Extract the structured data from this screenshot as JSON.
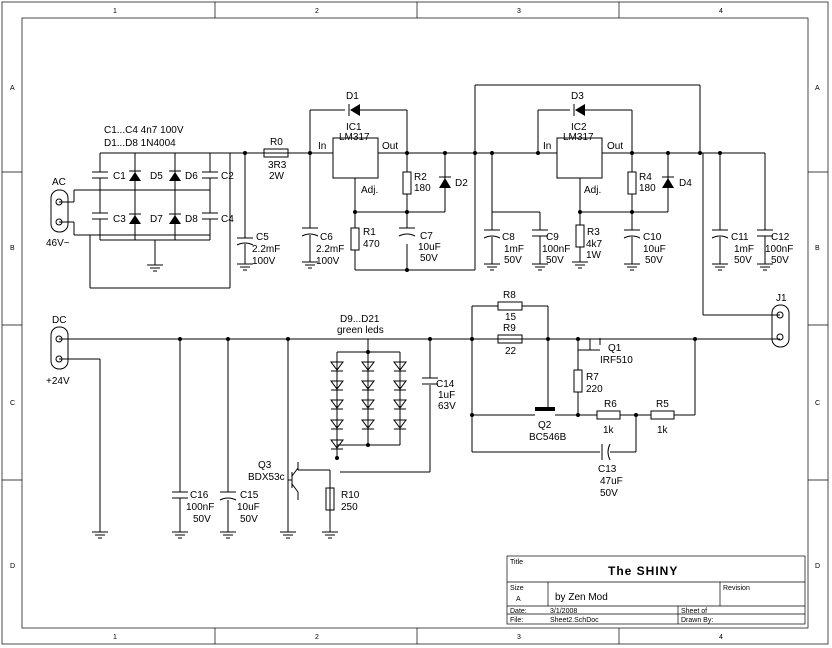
{
  "grid": {
    "cols": [
      "1",
      "2",
      "3",
      "4"
    ],
    "rows": [
      "A",
      "B",
      "C",
      "D"
    ]
  },
  "labels": {
    "caps_note": "C1...C4  4n7 100V",
    "diodes_note": "D1...D8  1N4004",
    "ac_name": "AC",
    "ac_voltage": "46V~",
    "dc_name": "DC",
    "dc_voltage": "+24V",
    "j1": "J1",
    "leds_range": "D9...D21",
    "leds_desc": "green leds"
  },
  "components": {
    "C1": "C1",
    "C2": "C2",
    "C3": "C3",
    "C4": "C4",
    "D5": "D5",
    "D6": "D6",
    "D7": "D7",
    "D8": "D8",
    "R0": "R0",
    "R0_val": "3R3",
    "R0_pwr": "2W",
    "C5": "C5",
    "C5_val": "2.2mF",
    "C5_v": "100V",
    "C6": "C6",
    "C6_val": "2.2mF",
    "C6_v": "100V",
    "IC1": "IC1",
    "IC1_type": "LM317",
    "IC2": "IC2",
    "IC2_type": "LM317",
    "pin_in": "In",
    "pin_out": "Out",
    "pin_adj": "Adj.",
    "D1": "D1",
    "D2": "D2",
    "D3": "D3",
    "D4": "D4",
    "R1": "R1",
    "R1_val": "470",
    "R2": "R2",
    "R2_val": "180",
    "C7": "C7",
    "C7_val": "10uF",
    "C7_v": "50V",
    "C8": "C8",
    "C8_val": "1mF",
    "C8_v": "50V",
    "C9": "C9",
    "C9_val": "100nF",
    "C9_v": "50V",
    "R3": "R3",
    "R3_val": "4k7",
    "R3_pwr": "1W",
    "R4": "R4",
    "R4_val": "180",
    "C10": "C10",
    "C10_val": "10uF",
    "C10_v": "50V",
    "C11": "C11",
    "C11_val": "1mF",
    "C11_v": "50V",
    "C12": "C12",
    "C12_val": "100nF",
    "C12_v": "50V",
    "R8": "R8",
    "R8_val": "15",
    "R9": "R9",
    "R9_val": "22",
    "Q1": "Q1",
    "Q1_type": "IRF510",
    "R7": "R7",
    "R7_val": "220",
    "Q2": "Q2",
    "Q2_type": "BC546B",
    "R6": "R6",
    "R6_val": "1k",
    "R5": "R5",
    "R5_val": "1k",
    "C13": "C13",
    "C13_val": "47uF",
    "C13_v": "50V",
    "C14": "C14",
    "C14_val": "1uF",
    "C14_v": "63V",
    "Q3": "Q3",
    "Q3_type": "BDX53c",
    "R10": "R10",
    "R10_val": "250",
    "C15": "C15",
    "C15_val": "10uF",
    "C15_v": "50V",
    "C16": "C16",
    "C16_val": "100nF",
    "C16_v": "50V"
  },
  "title_block": {
    "title_label": "Title",
    "title": "The SHINY",
    "size_label": "Size",
    "size": "A",
    "author": "by Zen Mod",
    "revision_label": "Revision",
    "date_label": "Date:",
    "date": "3/1/2008",
    "file_label": "File:",
    "file": "Sheet2.SchDoc",
    "sheet_label": "Sheet    of",
    "drawn_label": "Drawn By:"
  }
}
